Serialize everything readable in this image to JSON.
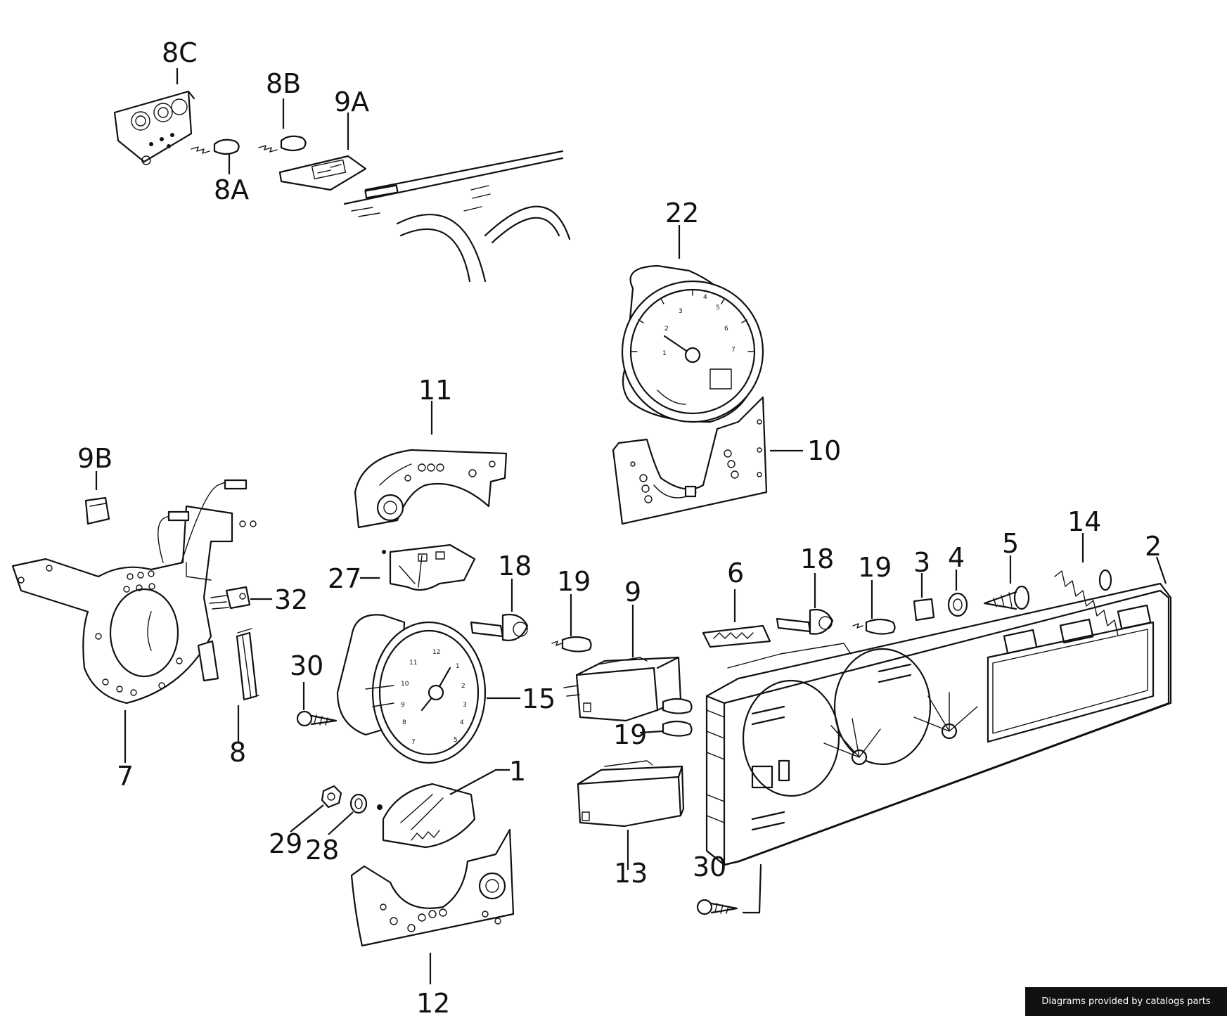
{
  "callouts": {
    "c_8C": "8C",
    "c_8B": "8B",
    "c_9A": "9A",
    "c_8A": "8A",
    "c_22": "22",
    "c_11": "11",
    "c_10": "10",
    "c_9B": "9B",
    "c_27": "27",
    "c_18a": "18",
    "c_19a": "19",
    "c_9": "9",
    "c_6": "6",
    "c_18b": "18",
    "c_19b": "19",
    "c_3": "3",
    "c_4": "4",
    "c_5": "5",
    "c_14": "14",
    "c_2": "2",
    "c_32": "32",
    "c_30a": "30",
    "c_15": "15",
    "c_19c": "19",
    "c_7": "7",
    "c_8": "8",
    "c_1": "1",
    "c_29": "29",
    "c_28": "28",
    "c_13": "13",
    "c_30b": "30",
    "c_12": "12"
  },
  "footer": {
    "credit": "Diagrams provided by catalogs parts"
  }
}
